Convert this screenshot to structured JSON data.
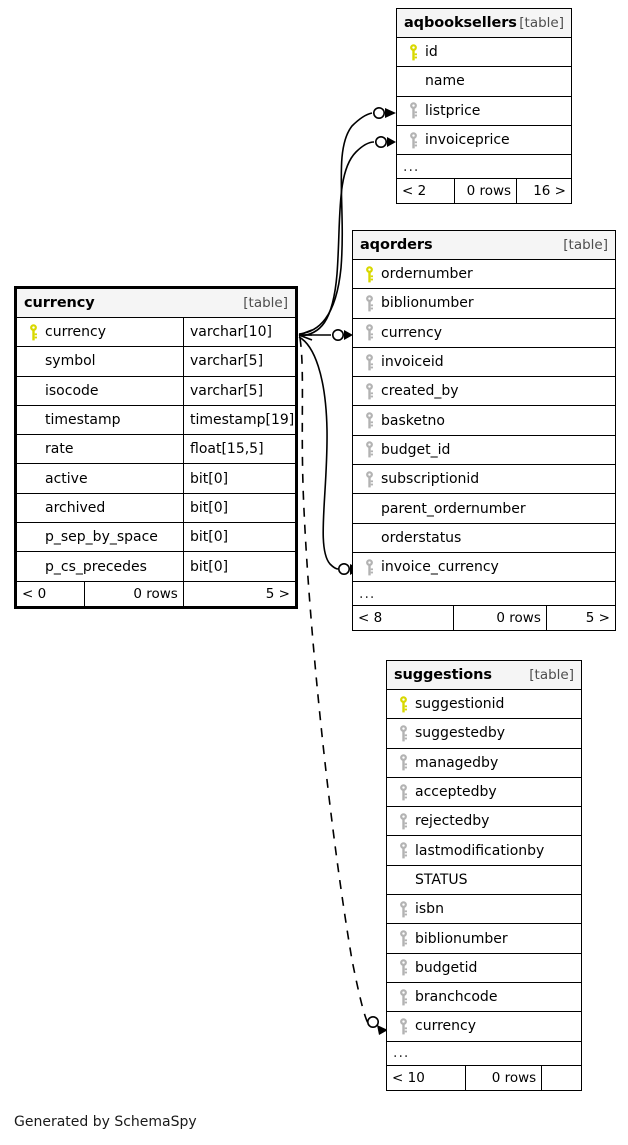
{
  "diagram": {
    "caption": "Generated by SchemaSpy",
    "table_tag": "[table]",
    "ellipsis": "...",
    "rows_label": "0 rows",
    "key_colors": {
      "primary": "#d8d800",
      "foreign": "#b3b3b3"
    },
    "colors": {
      "header_bg": "#f5f5f5",
      "border": "#000000",
      "edge": "#000000",
      "dashed_edge": "#000000"
    }
  },
  "tables": [
    {
      "name": "aqbooksellers",
      "tag": "[table]",
      "columns": [
        {
          "name": "id",
          "key": "primary",
          "type": ""
        },
        {
          "name": "name",
          "key": "none",
          "type": ""
        },
        {
          "name": "listprice",
          "key": "foreign",
          "type": ""
        },
        {
          "name": "invoiceprice",
          "key": "foreign",
          "type": ""
        }
      ],
      "truncated": "...",
      "footer": {
        "prev": "< 2",
        "rows": "0 rows",
        "next": "16 >"
      }
    },
    {
      "name": "aqorders",
      "tag": "[table]",
      "columns": [
        {
          "name": "ordernumber",
          "key": "primary",
          "type": ""
        },
        {
          "name": "biblionumber",
          "key": "foreign",
          "type": ""
        },
        {
          "name": "currency",
          "key": "foreign",
          "type": ""
        },
        {
          "name": "invoiceid",
          "key": "foreign",
          "type": ""
        },
        {
          "name": "created_by",
          "key": "foreign",
          "type": ""
        },
        {
          "name": "basketno",
          "key": "foreign",
          "type": ""
        },
        {
          "name": "budget_id",
          "key": "foreign",
          "type": ""
        },
        {
          "name": "subscriptionid",
          "key": "foreign",
          "type": ""
        },
        {
          "name": "parent_ordernumber",
          "key": "none",
          "type": ""
        },
        {
          "name": "orderstatus",
          "key": "none",
          "type": ""
        },
        {
          "name": "invoice_currency",
          "key": "foreign",
          "type": ""
        }
      ],
      "truncated": "...",
      "footer": {
        "prev": "< 8",
        "rows": "0 rows",
        "next": "5 >"
      }
    },
    {
      "name": "currency",
      "tag": "[table]",
      "focal": true,
      "columns": [
        {
          "name": "currency",
          "key": "primary",
          "type": "varchar[10]"
        },
        {
          "name": "symbol",
          "key": "none",
          "type": "varchar[5]"
        },
        {
          "name": "isocode",
          "key": "none",
          "type": "varchar[5]"
        },
        {
          "name": "timestamp",
          "key": "none",
          "type": "timestamp[19]"
        },
        {
          "name": "rate",
          "key": "none",
          "type": "float[15,5]"
        },
        {
          "name": "active",
          "key": "none",
          "type": "bit[0]"
        },
        {
          "name": "archived",
          "key": "none",
          "type": "bit[0]"
        },
        {
          "name": "p_sep_by_space",
          "key": "none",
          "type": "bit[0]"
        },
        {
          "name": "p_cs_precedes",
          "key": "none",
          "type": "bit[0]"
        }
      ],
      "truncated": "",
      "footer": {
        "prev": "< 0",
        "rows": "0 rows",
        "next": "5 >"
      }
    },
    {
      "name": "suggestions",
      "tag": "[table]",
      "columns": [
        {
          "name": "suggestionid",
          "key": "primary",
          "type": ""
        },
        {
          "name": "suggestedby",
          "key": "foreign",
          "type": ""
        },
        {
          "name": "managedby",
          "key": "foreign",
          "type": ""
        },
        {
          "name": "acceptedby",
          "key": "foreign",
          "type": ""
        },
        {
          "name": "rejectedby",
          "key": "foreign",
          "type": ""
        },
        {
          "name": "lastmodificationby",
          "key": "foreign",
          "type": ""
        },
        {
          "name": "STATUS",
          "key": "none",
          "type": ""
        },
        {
          "name": "isbn",
          "key": "foreign",
          "type": ""
        },
        {
          "name": "biblionumber",
          "key": "foreign",
          "type": ""
        },
        {
          "name": "budgetid",
          "key": "foreign",
          "type": ""
        },
        {
          "name": "branchcode",
          "key": "foreign",
          "type": ""
        },
        {
          "name": "currency",
          "key": "foreign",
          "type": ""
        }
      ],
      "truncated": "...",
      "footer": {
        "prev": "< 10",
        "rows": "0 rows",
        "next": ""
      }
    }
  ],
  "relationships": [
    {
      "from": "currency.currency",
      "to": "aqbooksellers.listprice",
      "style": "solid"
    },
    {
      "from": "currency.currency",
      "to": "aqbooksellers.invoiceprice",
      "style": "solid"
    },
    {
      "from": "currency.currency",
      "to": "aqorders.currency",
      "style": "solid"
    },
    {
      "from": "currency.currency",
      "to": "aqorders.invoice_currency",
      "style": "solid"
    },
    {
      "from": "currency.currency",
      "to": "suggestions.currency",
      "style": "dashed"
    }
  ]
}
